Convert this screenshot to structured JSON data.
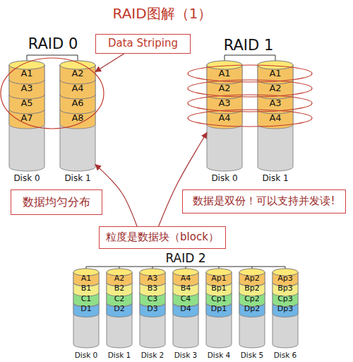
{
  "diagram": {
    "title": "RAID图解（1）",
    "nodes": [
      {
        "text": [
          "Data Striping"
        ]
      },
      {
        "text": [
          "Disk 0"
        ]
      },
      {
        "text": [
          "A1"
        ],
        "in": 1
      },
      {
        "text": [
          "A3"
        ],
        "in": 1
      },
      {
        "text": [
          "A5"
        ],
        "in": 1
      },
      {
        "text": [
          "A7"
        ],
        "in": 1
      },
      {
        "text": [
          "Disk 1"
        ]
      },
      {
        "text": [
          "A2"
        ],
        "in": 6
      },
      {
        "text": [
          "A4"
        ],
        "in": 6
      },
      {
        "text": [
          "A6"
        ],
        "in": 6
      },
      {
        "text": [
          "A8"
        ],
        "in": 6
      },
      {
        "text": [
          "Disk 0"
        ]
      },
      {
        "text": [
          "A1"
        ],
        "in": 11
      },
      {
        "text": [
          "A2"
        ],
        "in": 11
      },
      {
        "text": [
          "A3"
        ],
        "in": 11
      },
      {
        "text": [
          "A4"
        ],
        "in": 11
      },
      {
        "text": [
          "Disk 1"
        ]
      },
      {
        "text": [
          "A1"
        ],
        "in": 16
      },
      {
        "text": [
          "A2"
        ],
        "in": 16
      },
      {
        "text": [
          "A3"
        ],
        "in": 16
      },
      {
        "text": [
          "A4"
        ],
        "in": 16
      },
      {
        "text": [
          "数据均匀分布"
        ]
      },
      {
        "text": [
          "数据是双份！可以支持并发读!"
        ]
      },
      {
        "text": [
          "粒度是数据块（block）"
        ]
      },
      {
        "text": [
          "Disk 0"
        ]
      },
      {
        "text": [
          "A1"
        ],
        "in": 24
      },
      {
        "text": [
          "B1"
        ],
        "in": 24
      },
      {
        "text": [
          "C1"
        ],
        "in": 24
      },
      {
        "text": [
          "D1"
        ],
        "in": 24
      },
      {
        "text": [
          "Disk 1"
        ]
      },
      {
        "text": [
          "A2"
        ],
        "in": 29
      },
      {
        "text": [
          "B2"
        ],
        "in": 29
      },
      {
        "text": [
          "C2"
        ],
        "in": 29
      },
      {
        "text": [
          "D2"
        ],
        "in": 29
      },
      {
        "text": [
          "Disk 2"
        ]
      },
      {
        "text": [
          "A3"
        ],
        "in": 34
      },
      {
        "text": [
          "B3"
        ],
        "in": 34
      },
      {
        "text": [
          "C3"
        ],
        "in": 34
      },
      {
        "text": [
          "D3"
        ],
        "in": 34
      },
      {
        "text": [
          "Disk 3"
        ]
      },
      {
        "text": [
          "A4"
        ],
        "in": 39
      },
      {
        "text": [
          "B4"
        ],
        "in": 39
      },
      {
        "text": [
          "C4"
        ],
        "in": 39
      },
      {
        "text": [
          "D4"
        ],
        "in": 39
      },
      {
        "text": [
          "Disk 4"
        ]
      },
      {
        "text": [
          "Ap1"
        ],
        "in": 44
      },
      {
        "text": [
          "Bp1"
        ],
        "in": 44
      },
      {
        "text": [
          "Cp1"
        ],
        "in": 44
      },
      {
        "text": [
          "Dp1"
        ],
        "in": 44
      },
      {
        "text": [
          "Disk 5"
        ]
      },
      {
        "text": [
          "Ap2"
        ],
        "in": 49
      },
      {
        "text": [
          "Bp2"
        ],
        "in": 49
      },
      {
        "text": [
          "Cp2"
        ],
        "in": 49
      },
      {
        "text": [
          "Dp2"
        ],
        "in": 49
      },
      {
        "text": [
          "Disk 6"
        ]
      },
      {
        "text": [
          "Ap3"
        ],
        "in": 54
      },
      {
        "text": [
          "Bp3"
        ],
        "in": 54
      },
      {
        "text": [
          "Cp3"
        ],
        "in": 54
      },
      {
        "text": [
          "Dp3"
        ],
        "in": 54
      }
    ],
    "edges": [
      {
        "from": 0,
        "to": 6,
        "arrow": "to"
      },
      {
        "from": 23,
        "to": 6,
        "arrow": "to"
      },
      {
        "from": 23,
        "to": 11,
        "arrow": "to"
      }
    ],
    "labels": [
      "RAID 0",
      "RAID 1",
      "RAID 2"
    ]
  }
}
